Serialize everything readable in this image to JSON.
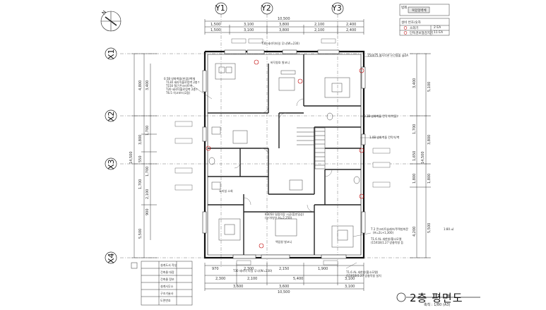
{
  "drawing": {
    "title": "2층 평면도",
    "scale": "축척 : 1/80 (A3)",
    "compass_label": "N",
    "scale_note": "1:80 ㎡"
  },
  "grid": {
    "columns": [
      "Y1",
      "Y2",
      "Y3"
    ],
    "rows": [
      "X1",
      "X2",
      "X3",
      "X4"
    ]
  },
  "dims_top": {
    "total": "10,500",
    "segments": [
      "1,500",
      "3,100",
      "3,800",
      "2,100",
      "2,400"
    ],
    "sub": [
      "1,500",
      "3,100",
      "3,800",
      "2,100",
      "2,400"
    ]
  },
  "dims_bottom": {
    "row1": [
      "970",
      "2,300",
      "2,150",
      "1,900"
    ],
    "row2": [
      "2,300",
      "2,100",
      "5,400",
      "3,100"
    ],
    "row3": [
      "3,600",
      "3,600",
      "3,100"
    ],
    "total": "10,500"
  },
  "dims_left": {
    "total": "14,500",
    "segments": [
      "4,800",
      "3,800",
      "550",
      "1,700",
      "5,500"
    ],
    "inner": [
      "3,400",
      "1,700",
      "1,700",
      "2,100",
      "900"
    ]
  },
  "dims_right": {
    "total": "14,500",
    "segments": [
      "5,100",
      "3,800",
      "1,800",
      "5,500"
    ],
    "inner": [
      "3,400",
      "1,700",
      "1,650",
      "1,800",
      "4,200"
    ]
  },
  "annotations": {
    "top_window": "T30 세라믹타일 무늬(W=230)",
    "top_right": "150X75 철사각관 난간돌출 @2A",
    "left_note": [
      "0.5B 방화벽돌(한겹)/벽체",
      "T130 세라믹블로킹벽 2층↑",
      "T150 철근콘크리트벽",
      "T20 세라믹블로킹벽 2층↑",
      "T6.5 석고보드(2겹)"
    ],
    "right_note1": "0.1B 방화벽돌 칸막이(벽돌)",
    "right_note2": "1.0B 방화벽돌 칸막이/벽",
    "lower_right": [
      "T 2 콘크리트슬래브/주택방화문",
      "(H=2L+1,300)"
    ],
    "lower_right2": [
      "T1.6 AL 새한창/황소모델",
      "(15X1B)1.27 방충막창 등"
    ],
    "bottom_window": "T30 세라믹 타일 무늬(W=230)",
    "bottom_right_note": [
      "T1.6 AL 새한창(황소모델)",
      "(15X1B)1.27 방충막창 설치"
    ],
    "middle_room": "요리실 소회",
    "mid_window": "바닥창호 발코니",
    "center_note": [
      "K3050 밀림막장 시공(합판일상)",
      "(높이/방수 H=2,250)"
    ],
    "lower_window": "백업창 발코니"
  },
  "legend": {
    "header": "범례",
    "title_box": "복합형벽체",
    "rows": [
      {
        "label": "소화기",
        "count": "2 EA"
      },
      {
        "label": "단독경보형감지기",
        "count": "11 EA"
      }
    ],
    "sub_header": "설비 번호/숫자"
  },
  "title_block": {
    "rows": [
      "설계도서 작성",
      "건축물 대장",
      "건축물 정보",
      "설계사무소",
      "구조기술사",
      "도면번호"
    ]
  }
}
